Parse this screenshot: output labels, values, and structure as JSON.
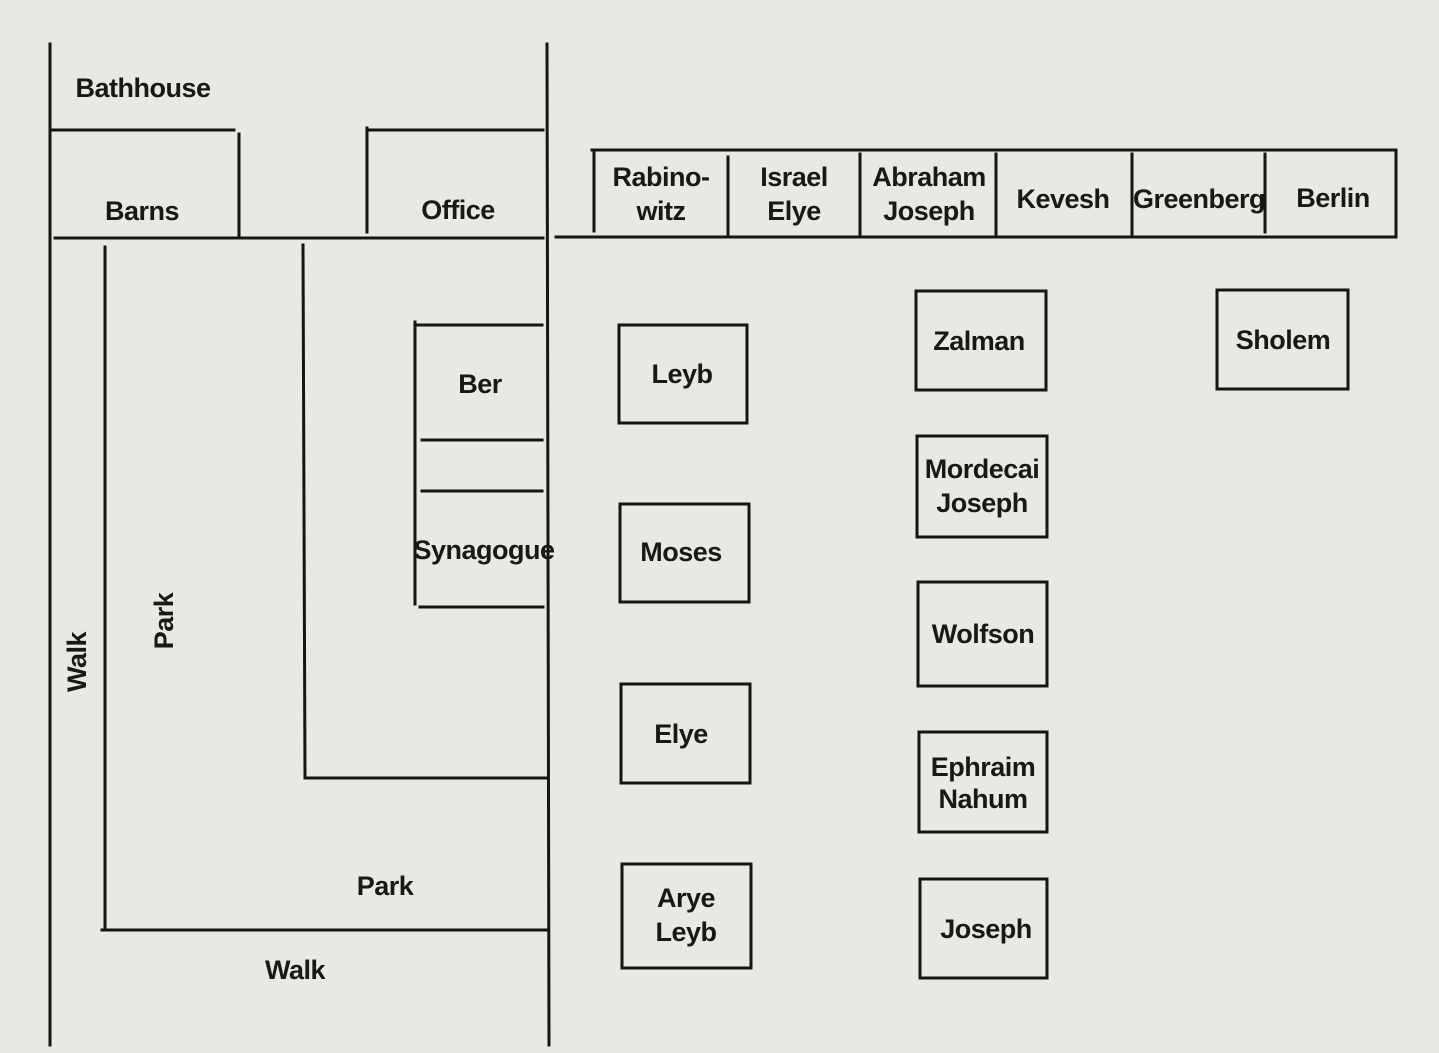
{
  "labels": {
    "bathhouse": "Bathhouse",
    "barns": "Barns",
    "office": "Office",
    "ber": "Ber",
    "synagogue": "Synagogue",
    "walk_left": "Walk",
    "walk_bottom": "Walk",
    "park_vertical": "Park",
    "park_bottom": "Park"
  },
  "top_row": [
    {
      "line1": "Rabino-",
      "line2": "witz"
    },
    {
      "line1": "Israel",
      "line2": "Elye"
    },
    {
      "line1": "Abraham",
      "line2": "Joseph"
    },
    {
      "line1": "Kevesh",
      "line2": ""
    },
    {
      "line1": "Greenberg",
      "line2": ""
    },
    {
      "line1": "Berlin",
      "line2": ""
    }
  ],
  "houses_left_column": [
    {
      "line1": "Leyb",
      "line2": ""
    },
    {
      "line1": "Moses",
      "line2": ""
    },
    {
      "line1": "Elye",
      "line2": ""
    },
    {
      "line1": "Arye",
      "line2": "Leyb"
    }
  ],
  "houses_middle_column": [
    {
      "line1": "Zalman",
      "line2": ""
    },
    {
      "line1": "Mordecai",
      "line2": "Joseph"
    },
    {
      "line1": "Wolfson",
      "line2": ""
    },
    {
      "line1": "Ephraim",
      "line2": "Nahum"
    },
    {
      "line1": "Joseph",
      "line2": ""
    }
  ],
  "houses_right_column": [
    {
      "line1": "Sholem",
      "line2": ""
    }
  ]
}
